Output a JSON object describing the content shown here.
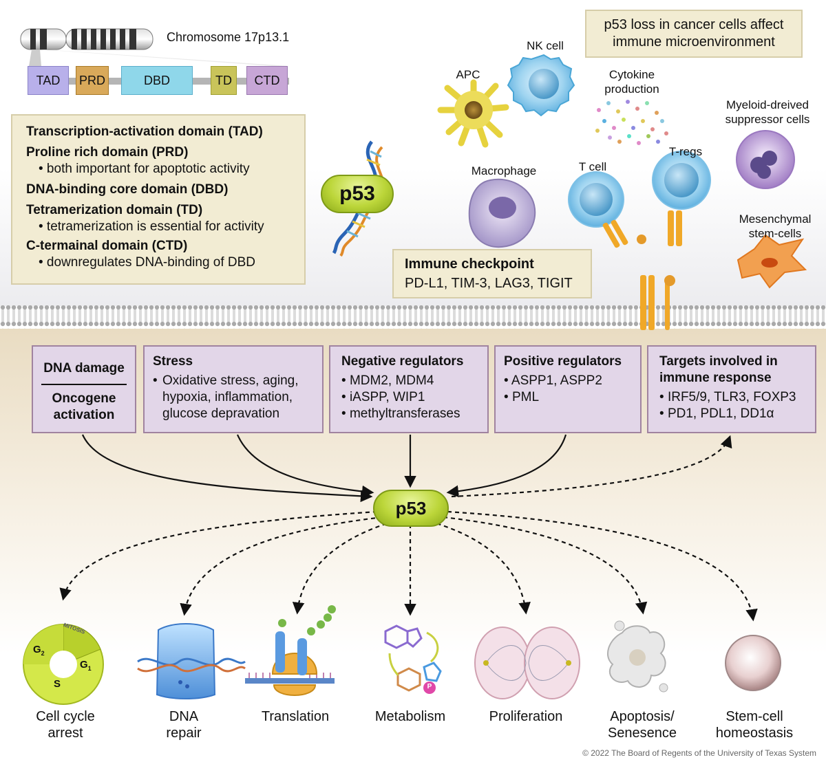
{
  "chromosome": {
    "label": "Chromosome 17p13.1"
  },
  "domains": [
    {
      "label": "TAD",
      "color": "#b8b0ea"
    },
    {
      "label": "PRD",
      "color": "#d9a95a"
    },
    {
      "label": "DBD",
      "color": "#8fd7ea"
    },
    {
      "label": "TD",
      "color": "#c9c45a"
    },
    {
      "label": "CTD",
      "color": "#c7a6d6"
    }
  ],
  "domain_info": {
    "tad": "Transcription-activation domain (TAD)",
    "prd": "Proline rich domain (PRD)",
    "prd_note": "• both important for apoptotic activity",
    "dbd": "DNA-binding core domain (DBD)",
    "td": "Tetramerization domain (TD)",
    "td_note": "• tetramerization is essential for activity",
    "ctd": "C-termainal domain (CTD)",
    "ctd_note": "• downregulates DNA-binding of DBD"
  },
  "p53_label": "p53",
  "immune_title": "p53 loss in cancer cells affect immune microenvironment",
  "cells": {
    "apc": "APC",
    "nk": "NK cell",
    "cytokine": "Cytokine production",
    "myeloid": "Myeloid-dreived suppressor cells",
    "macrophage": "Macrophage",
    "tcell": "T cell",
    "tregs": "T-regs",
    "msc": "Mesenchymal stem-cells"
  },
  "checkpoint": {
    "title": "Immune checkpoint",
    "items": "PD-L1, TIM-3, LAG3, TIGIT"
  },
  "inputs": {
    "dna_damage": "DNA damage",
    "oncogene": "Oncogene activation",
    "stress": {
      "title": "Stress",
      "items": [
        "Oxidative stress, aging, hypoxia, inflammation, glucose depravation"
      ]
    },
    "negative": {
      "title": "Negative regulators",
      "items": [
        "MDM2, MDM4",
        "iASPP, WIP1",
        "methyltransferases"
      ]
    },
    "positive": {
      "title": "Positive regulators",
      "items": [
        "ASPP1, ASPP2",
        "PML"
      ]
    },
    "targets": {
      "title": "Targets involved in immune response",
      "items": [
        "IRF5/9, TLR3, FOXP3",
        "PD1, PDL1, DD1α"
      ]
    }
  },
  "outcomes": {
    "cell_cycle": "Cell cycle arrest",
    "dna_repair": "DNA repair",
    "translation": "Translation",
    "metabolism": "Metabolism",
    "proliferation": "Proliferation",
    "apoptosis": "Apoptosis/ Senesence",
    "stem_cell": "Stem-cell homeostasis"
  },
  "cycle_labels": {
    "g2": "G",
    "g2_sub": "2",
    "g1": "G",
    "g1_sub": "1",
    "s": "S",
    "mitosis": "MITOSIS"
  },
  "phospho_label": "P",
  "copyright": "© 2022 The Board of Regents of the University of Texas System"
}
